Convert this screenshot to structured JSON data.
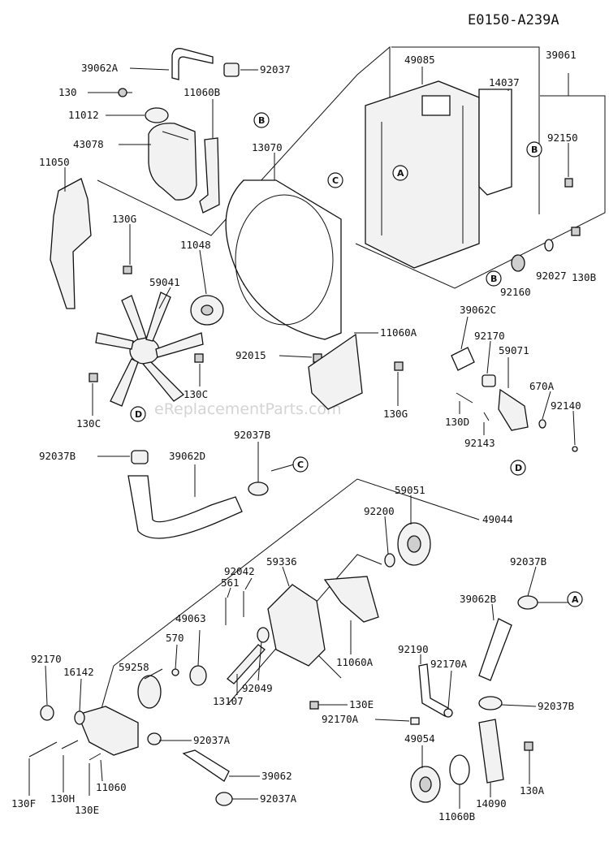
{
  "diagram_code": "E0150-A239A",
  "watermark": "eReplacementParts.com",
  "callout_letters": {
    "a": "A",
    "b": "B",
    "c": "C",
    "d": "D"
  },
  "part_numbers": {
    "p39062A": "39062A",
    "p92037": "92037",
    "p49085": "49085",
    "p39061": "39061",
    "p130": "130",
    "p11060B_top": "11060B",
    "p14037": "14037",
    "p11012": "11012",
    "p43078": "43078",
    "p13070": "13070",
    "p92150": "92150",
    "p11050": "11050",
    "p130G_left": "130G",
    "p11048": "11048",
    "p59041": "59041",
    "p92027": "92027",
    "p130B": "130B",
    "p92160": "92160",
    "p39062C": "39062C",
    "p92170_top": "92170",
    "p11060A_top": "11060A",
    "p92015": "92015",
    "p59071": "59071",
    "p670A": "670A",
    "p92140": "92140",
    "p130C_mid": "130C",
    "p130C_left": "130C",
    "p130G_right": "130G",
    "p130D": "130D",
    "p92143": "92143",
    "p92037B_left": "92037B",
    "p39062D": "39062D",
    "p92037B_mid": "92037B",
    "p59051": "59051",
    "p92200": "92200",
    "p49044": "49044",
    "p92042": "92042",
    "p59336": "59336",
    "p92037B_right": "92037B",
    "p561": "561",
    "p49063": "49063",
    "p39062B": "39062B",
    "p59258": "59258",
    "p570": "570",
    "p11060A_bot": "11060A",
    "p92190": "92190",
    "p92170_left": "92170",
    "p16142": "16142",
    "p92049": "92049",
    "p92170A_right": "92170A",
    "p13107": "13107",
    "p92037B_bot": "92037B",
    "p130E_mid": "130E",
    "p92170A_left": "92170A",
    "p92037A_mid": "92037A",
    "p49054": "49054",
    "p39062": "39062",
    "p130H": "130H",
    "p11060": "11060",
    "p92037A_bot": "92037A",
    "p130A": "130A",
    "p14090": "14090",
    "p130F": "130F",
    "p130E_bot": "130E",
    "p11060B_bot": "11060B"
  }
}
